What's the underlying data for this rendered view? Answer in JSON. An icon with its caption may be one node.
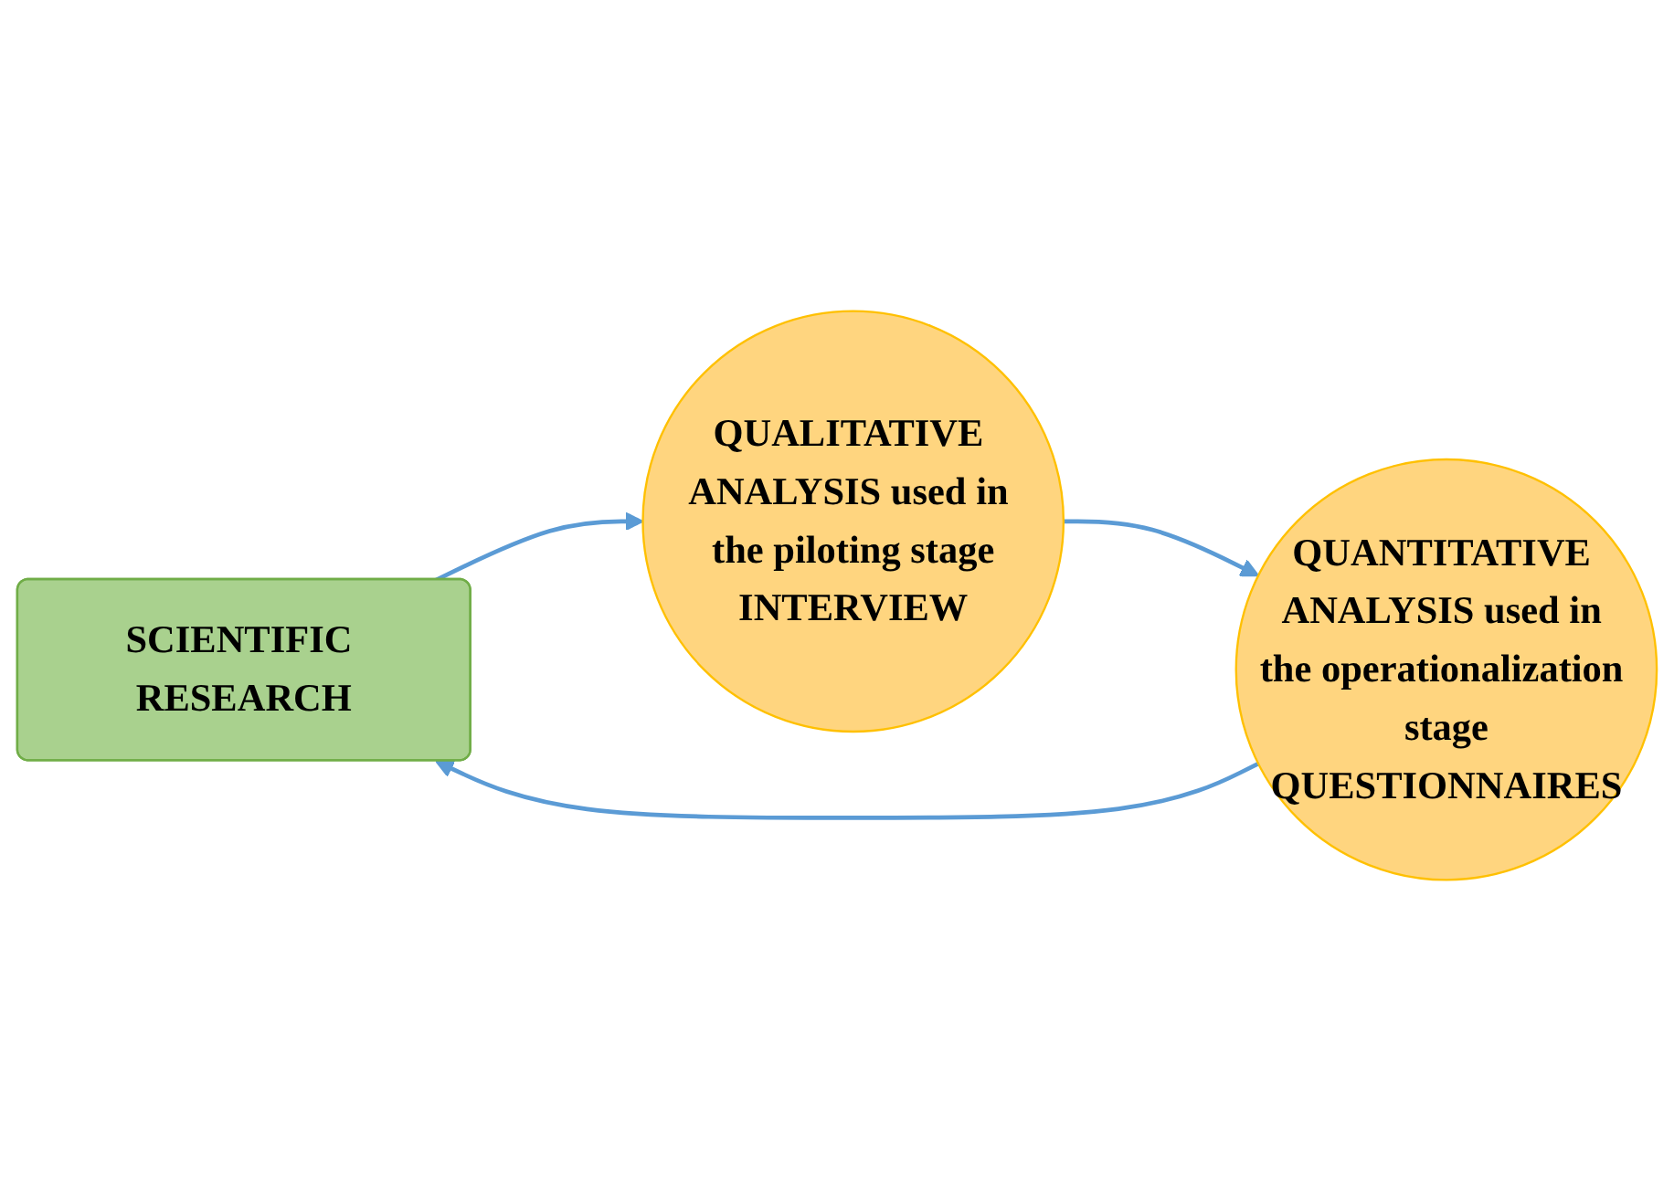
{
  "diagram": {
    "nodes": [
      {
        "text": [
          "SCIENTIFIC RESEARCH"
        ]
      },
      {
        "text": [
          "QUALITATIVE ANALYSIS used in the piloting stage",
          "INTERVIEW"
        ]
      },
      {
        "text": [
          "QUANTITATIVE ANALYSIS used in the operationalization stage",
          "QUESTIONNAIRES"
        ]
      }
    ],
    "edges": [
      {
        "from": 0,
        "to": 1,
        "arrow": "to"
      },
      {
        "from": 1,
        "to": 2,
        "arrow": "to"
      },
      {
        "from": 2,
        "to": 0,
        "arrow": "to"
      }
    ]
  }
}
